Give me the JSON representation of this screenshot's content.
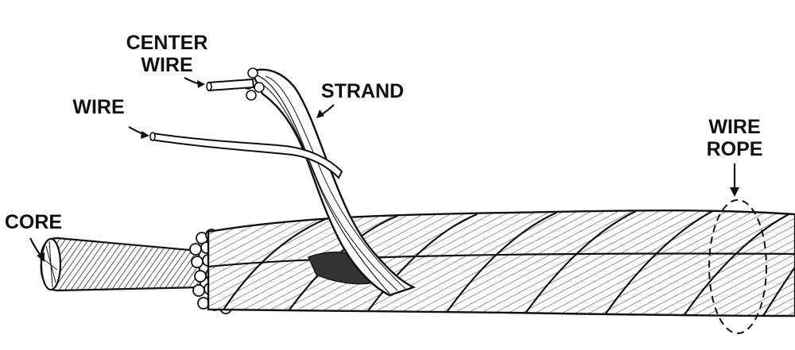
{
  "labels": {
    "center_wire": [
      "CENTER",
      "WIRE"
    ],
    "wire": "WIRE",
    "strand": "STRAND",
    "core": "CORE",
    "wire_rope": [
      "WIRE",
      "ROPE"
    ]
  },
  "colors": {
    "ink": "#111111",
    "paper": "#ffffff",
    "shade": "#444444"
  }
}
